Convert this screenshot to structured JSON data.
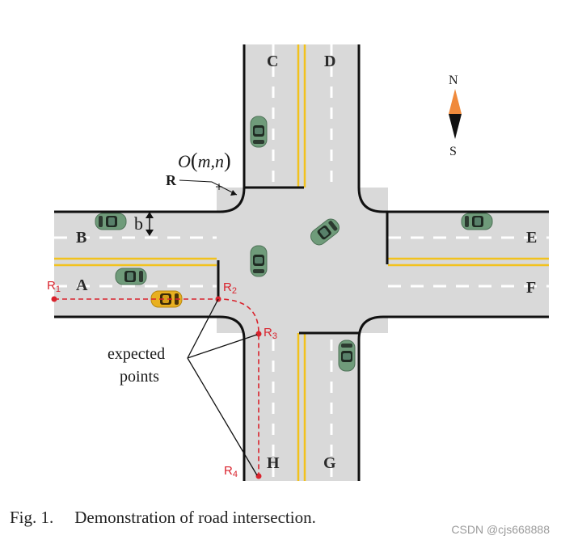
{
  "lane_labels": {
    "a": "A",
    "b": "B",
    "c": "C",
    "d": "D",
    "e": "E",
    "f": "F",
    "g": "G",
    "h": "H"
  },
  "compass": {
    "north": "N",
    "south": "S",
    "north_color": "#f08a3c",
    "south_color": "#111111"
  },
  "annotations": {
    "origin_prefix": "O",
    "origin_args": "m,n",
    "radius_label": "R",
    "lane_width_label": "b",
    "expected_points_line1": "expected",
    "expected_points_line2": "points"
  },
  "route_points": [
    {
      "letter": "R",
      "sub": "1"
    },
    {
      "letter": "R",
      "sub": "2"
    },
    {
      "letter": "R",
      "sub": "3"
    },
    {
      "letter": "R",
      "sub": "4"
    }
  ],
  "caption": {
    "figure": "Fig. 1.",
    "text": "Demonstration of road intersection."
  },
  "watermark": "CSDN @cjs668888",
  "colors": {
    "road": "#d9d9d9",
    "curb": "#111111",
    "center_line": "#f2c21d",
    "lane_dash": "#ffffff",
    "route": "#d9232d",
    "car_green": "#6f9b7a",
    "car_yellow": "#e8b020"
  }
}
